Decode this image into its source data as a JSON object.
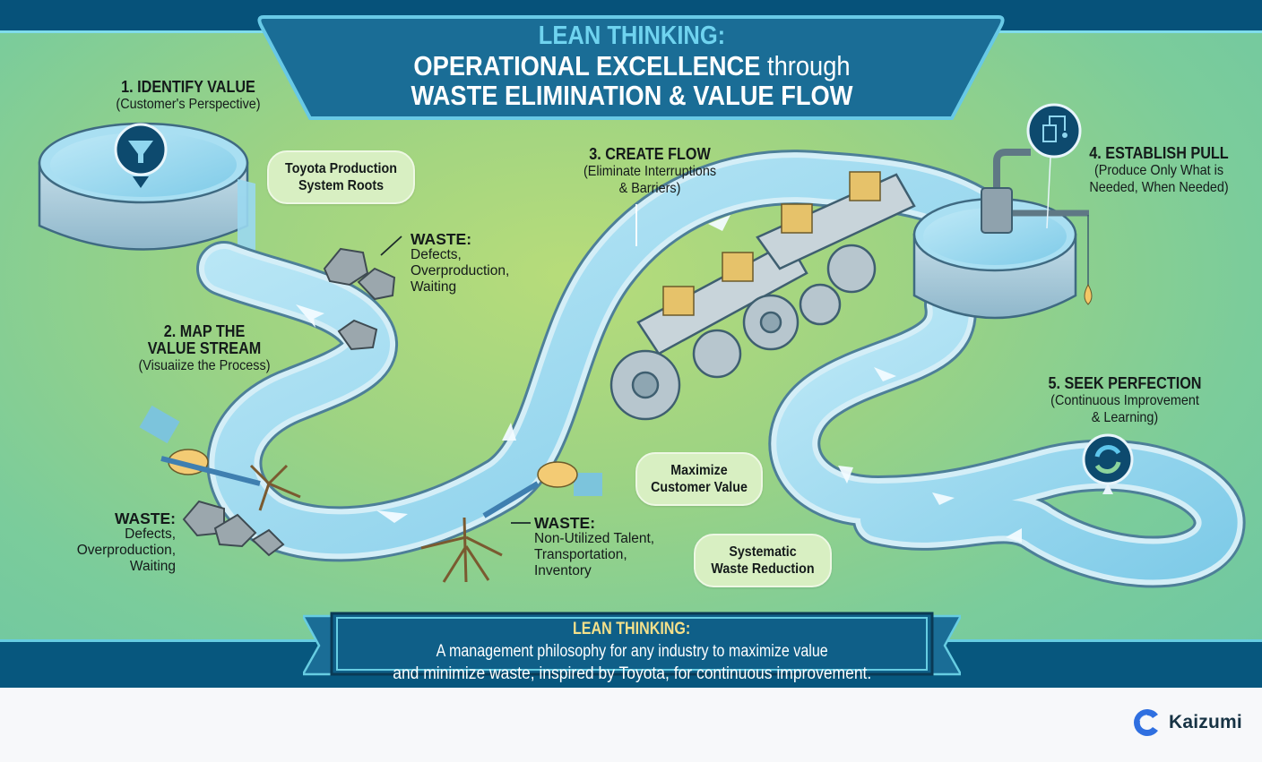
{
  "title": {
    "line1": "LEAN THINKING:",
    "line2_bold": "OPERATIONAL EXCELLENCE",
    "line2_thin": " through",
    "line3": "WASTE ELIMINATION & VALUE FLOW"
  },
  "steps": [
    {
      "heading": "1. IDENTIFY VALUE",
      "sub": "(Customer's Perspective)",
      "icon": "funnel-icon"
    },
    {
      "heading": "2. MAP THE",
      "heading2": "VALUE STREAM",
      "sub": "(Visuaiize the Process)"
    },
    {
      "heading": "3. CREATE FLOW",
      "sub": "(Eliminate Interruptions",
      "sub2": "& Barriers)",
      "icon": "conveyor-icon"
    },
    {
      "heading": "4. ESTABLISH PULL",
      "sub": "(Produce Only What is",
      "sub2": "Needed, When Needed)",
      "icon": "tap-pull-icon"
    },
    {
      "heading": "5. SEEK PERFECTION",
      "sub": "(Continuous Improvement",
      "sub2": "& Learning)",
      "icon": "cycle-icon"
    }
  ],
  "waste_callouts": [
    {
      "heading": "WASTE:",
      "lines": [
        "Defects,",
        "Overproduction,",
        "Waiting"
      ]
    },
    {
      "heading": "WASTE:",
      "lines": [
        "Defects,",
        "Overproduction,",
        "Waiting"
      ]
    },
    {
      "heading": "WASTE:",
      "lines": [
        "Non-Utilized Talent,",
        "Transportation,",
        "Inventory"
      ]
    }
  ],
  "bubbles": [
    {
      "line1": "Toyota Production",
      "line2": "System Roots"
    },
    {
      "line1": "Maximize",
      "line2": "Customer Value"
    },
    {
      "line1": "Systematic",
      "line2": "Waste Reduction"
    }
  ],
  "footer": {
    "keyword": "LEAN THINKING:",
    "text1": " A management philosophy for any industry to maximize value",
    "text2": "and minimize waste, inspired by Toyota, for continuous improvement."
  },
  "brand": {
    "name": "Kaizumi",
    "icon": "kaizumi-logo-icon"
  },
  "colors": {
    "navy": "#06527a",
    "banner_blue": "#1a6d96",
    "title_accent": "#6fd3ef",
    "footer_accent": "#f4e08a",
    "water": "#8fd3ee",
    "bubble_fill": "#d8efc2",
    "brand_blue": "#2f6fe0"
  }
}
